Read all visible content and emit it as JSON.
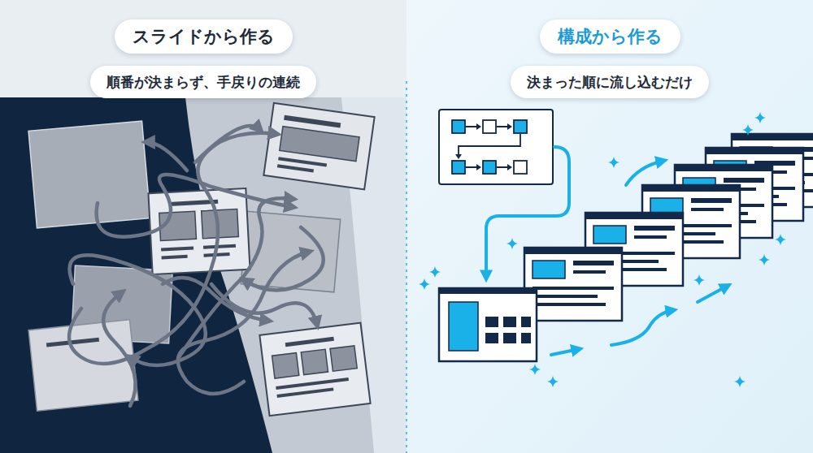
{
  "diagram": {
    "nodes": [
      {
        "text": [
          "スライドから作る"
        ]
      },
      {
        "text": [
          "順番が決まらず、手戻りの連続"
        ]
      },
      {
        "text": [
          "構成から作る"
        ]
      },
      {
        "text": [
          "決まった順に流し込むだけ"
        ]
      }
    ]
  }
}
